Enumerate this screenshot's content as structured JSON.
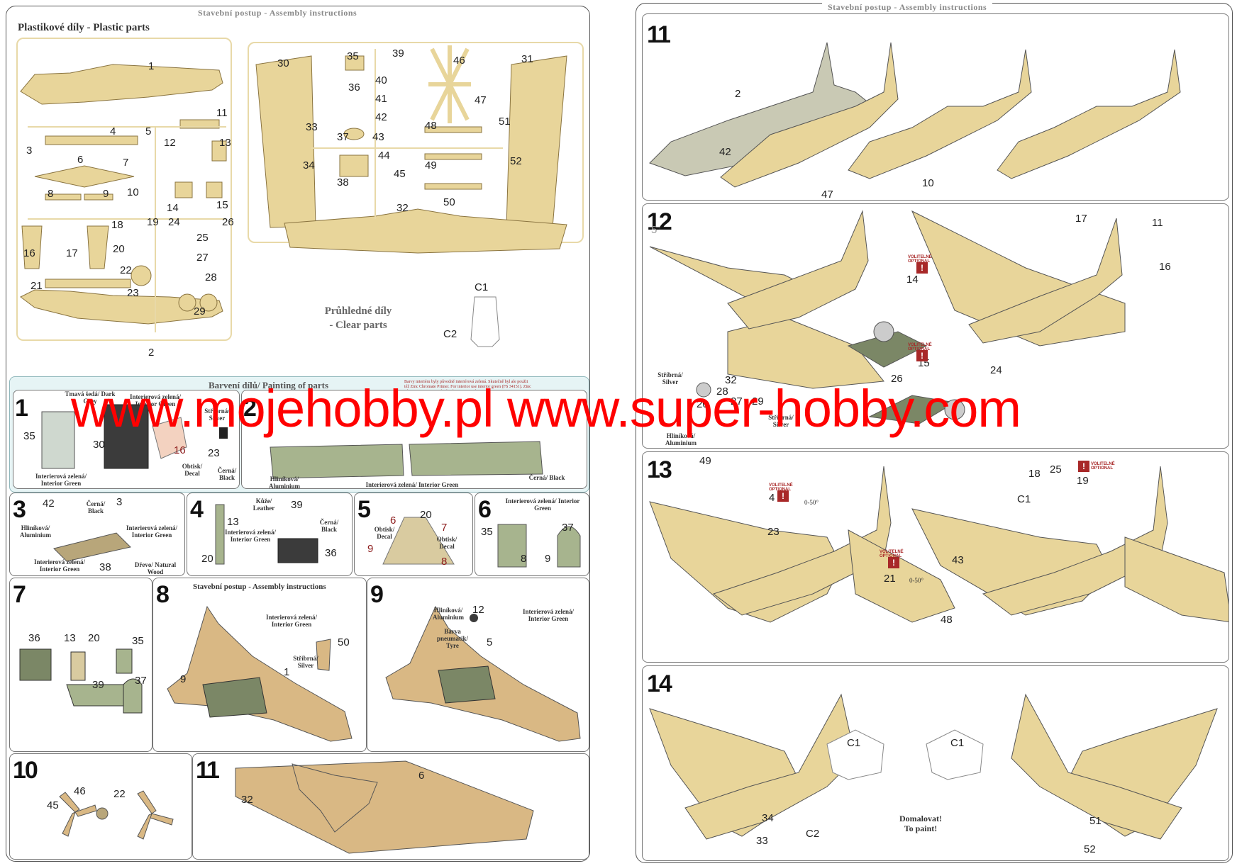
{
  "header": {
    "assembly_left": "Stavební postup - Assembly instructions",
    "assembly_right": "Stavební postup - Assembly instructions"
  },
  "plastic_parts": {
    "title": "Plastikové díly - Plastic parts",
    "clear_title_cz": "Průhledné díly",
    "clear_title_en": "- Clear parts",
    "sprue1_numbers": [
      "1",
      "2",
      "3",
      "4",
      "5",
      "6",
      "7",
      "8",
      "9",
      "10",
      "11",
      "12",
      "13",
      "14",
      "15",
      "16",
      "17",
      "18",
      "19",
      "20",
      "21",
      "22",
      "23",
      "24",
      "25",
      "26",
      "27",
      "28",
      "29"
    ],
    "sprue2_numbers": [
      "30",
      "31",
      "32",
      "33",
      "34",
      "35",
      "36",
      "37",
      "38",
      "39",
      "40",
      "41",
      "42",
      "43",
      "44",
      "45",
      "46",
      "47",
      "48",
      "49",
      "50",
      "51",
      "52"
    ],
    "clear_numbers": [
      "C1",
      "C2"
    ]
  },
  "painting": {
    "title": "Barvení dílů/ Painting of parts",
    "note": "Barvy interiéru byly původně interiérová zelená. Skutečně byl ale použit též Zinc Chromate Primer. For interior use interior green (FS 34151). Zinc Chromate Primer applied either in Zinc Chromate Primer.",
    "step1": {
      "num": "1",
      "parts": [
        "35",
        "30",
        "16",
        "23"
      ]
    },
    "step2": {
      "num": "2"
    },
    "step3": {
      "num": "3",
      "parts": [
        "42",
        "3",
        "38"
      ]
    },
    "step4": {
      "num": "4",
      "parts": [
        "13",
        "39",
        "20",
        "36"
      ]
    },
    "step5": {
      "num": "5",
      "parts": [
        "6",
        "20",
        "7",
        "9",
        "8"
      ]
    },
    "step6": {
      "num": "6",
      "parts": [
        "35",
        "37",
        "8",
        "9"
      ]
    },
    "colors": {
      "dark_grey": "Tmavá šedá/ Dark Grey",
      "interior_green": "Interierová zelená/ Interior Green",
      "silver": "Stříbrná/ Silver",
      "decal": "Obtisk/ Decal",
      "black": "Černá/ Black",
      "aluminium": "Hliníková/ Aluminium",
      "leather": "Kůže/ Leather",
      "natural_wood": "Dřevo/ Natural Wood",
      "tyre": "Barva pneumatik/ Tyre"
    }
  },
  "steps": {
    "s7": {
      "num": "7",
      "parts": [
        "36",
        "13",
        "20",
        "35",
        "39",
        "37"
      ]
    },
    "s8": {
      "num": "8",
      "title": "Stavební postup - Assembly instructions",
      "parts": [
        "9",
        "1",
        "50"
      ]
    },
    "s9": {
      "num": "9",
      "parts": [
        "12",
        "5"
      ]
    },
    "s10": {
      "num": "10",
      "parts": [
        "46",
        "22",
        "45"
      ]
    },
    "s11L": {
      "num": "11",
      "parts": [
        "32",
        "6"
      ]
    },
    "s11R": {
      "num": "11",
      "parts": [
        "2",
        "42",
        "47",
        "10"
      ]
    },
    "s12": {
      "num": "12",
      "parts": [
        "5",
        "17",
        "11",
        "16",
        "14",
        "15",
        "24",
        "32",
        "28",
        "27",
        "29",
        "26",
        "20"
      ]
    },
    "s13": {
      "num": "13",
      "parts": [
        "49",
        "4",
        "23",
        "21",
        "18",
        "25",
        "19",
        "C1",
        "43",
        "48"
      ],
      "angle": "0-50°"
    },
    "s14": {
      "num": "14",
      "parts": [
        "C1",
        "C1",
        "34",
        "33",
        "C2",
        "51",
        "52"
      ],
      "note_cz": "Domalovat!",
      "note_en": "To paint!"
    }
  },
  "optional": {
    "label": "VOLITELNÉ OPTIONAL"
  },
  "watermark": "www.mojehobby.pl www.super-hobby.com",
  "colors": {
    "part_fill": "#e8d59a",
    "part_stroke": "#8a7440",
    "panel_teal": "#e6f4f5",
    "watermark": "#ff0000",
    "optional": "#a82828"
  }
}
